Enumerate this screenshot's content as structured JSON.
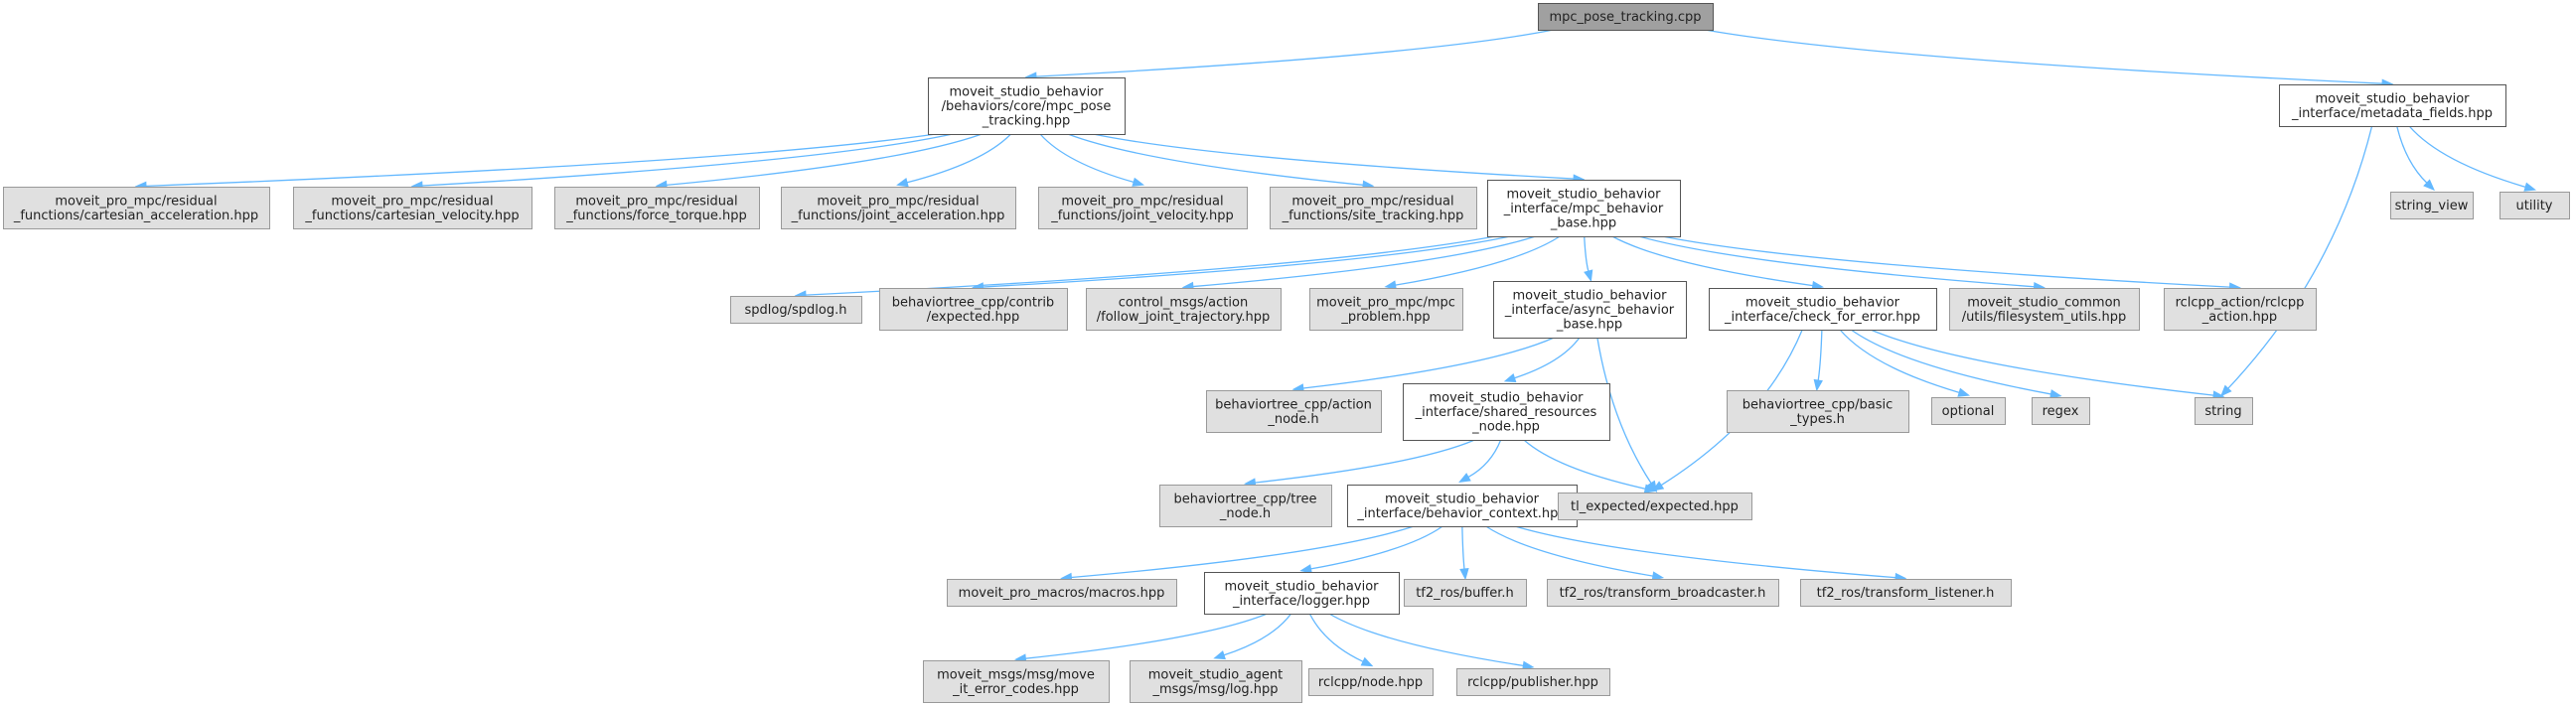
{
  "graph": {
    "colors": {
      "edge": "#63b8ff",
      "documented": "#ffffff",
      "external": "#e0e0e0",
      "root": "#a0a0a0"
    },
    "nodes": [
      {
        "id": "root",
        "kind": "root",
        "lines": [
          "mpc_pose_tracking.cpp"
        ]
      },
      {
        "id": "core",
        "kind": "doc",
        "lines": [
          "moveit_studio_behavior",
          "/behaviors/core/mpc_pose",
          "_tracking.hpp"
        ]
      },
      {
        "id": "meta",
        "kind": "doc",
        "lines": [
          "moveit_studio_behavior",
          "_interface/metadata_fields.hpp"
        ]
      },
      {
        "id": "r_cacc",
        "kind": "ext",
        "lines": [
          "moveit_pro_mpc/residual",
          "_functions/cartesian_acceleration.hpp"
        ]
      },
      {
        "id": "r_cvel",
        "kind": "ext",
        "lines": [
          "moveit_pro_mpc/residual",
          "_functions/cartesian_velocity.hpp"
        ]
      },
      {
        "id": "r_ft",
        "kind": "ext",
        "lines": [
          "moveit_pro_mpc/residual",
          "_functions/force_torque.hpp"
        ]
      },
      {
        "id": "r_jacc",
        "kind": "ext",
        "lines": [
          "moveit_pro_mpc/residual",
          "_functions/joint_acceleration.hpp"
        ]
      },
      {
        "id": "r_jvel",
        "kind": "ext",
        "lines": [
          "moveit_pro_mpc/residual",
          "_functions/joint_velocity.hpp"
        ]
      },
      {
        "id": "r_site",
        "kind": "ext",
        "lines": [
          "moveit_pro_mpc/residual",
          "_functions/site_tracking.hpp"
        ]
      },
      {
        "id": "mpcbase",
        "kind": "doc",
        "lines": [
          "moveit_studio_behavior",
          "_interface/mpc_behavior",
          "_base.hpp"
        ]
      },
      {
        "id": "string_view",
        "kind": "ext",
        "lines": [
          "string_view"
        ]
      },
      {
        "id": "utility",
        "kind": "ext",
        "lines": [
          "utility"
        ]
      },
      {
        "id": "spdlog",
        "kind": "ext",
        "lines": [
          "spdlog/spdlog.h"
        ]
      },
      {
        "id": "bt_expected",
        "kind": "ext",
        "lines": [
          "behaviortree_cpp/contrib",
          "/expected.hpp"
        ]
      },
      {
        "id": "control_msgs",
        "kind": "ext",
        "lines": [
          "control_msgs/action",
          "/follow_joint_trajectory.hpp"
        ]
      },
      {
        "id": "mpc_problem",
        "kind": "ext",
        "lines": [
          "moveit_pro_mpc/mpc",
          "_problem.hpp"
        ]
      },
      {
        "id": "async",
        "kind": "doc",
        "lines": [
          "moveit_studio_behavior",
          "_interface/async_behavior",
          "_base.hpp"
        ]
      },
      {
        "id": "check",
        "kind": "doc",
        "lines": [
          "moveit_studio_behavior",
          "_interface/check_for_error.hpp"
        ]
      },
      {
        "id": "fsutils",
        "kind": "ext",
        "lines": [
          "moveit_studio_common",
          "/utils/filesystem_utils.hpp"
        ]
      },
      {
        "id": "rclcpp_action",
        "kind": "ext",
        "lines": [
          "rclcpp_action/rclcpp",
          "_action.hpp"
        ]
      },
      {
        "id": "bt_action",
        "kind": "ext",
        "lines": [
          "behaviortree_cpp/action",
          "_node.h"
        ]
      },
      {
        "id": "shared",
        "kind": "doc",
        "lines": [
          "moveit_studio_behavior",
          "_interface/shared_resources",
          "_node.hpp"
        ]
      },
      {
        "id": "bt_basic",
        "kind": "ext",
        "lines": [
          "behaviortree_cpp/basic",
          "_types.h"
        ]
      },
      {
        "id": "optional",
        "kind": "ext",
        "lines": [
          "optional"
        ]
      },
      {
        "id": "regex",
        "kind": "ext",
        "lines": [
          "regex"
        ]
      },
      {
        "id": "string",
        "kind": "ext",
        "lines": [
          "string"
        ]
      },
      {
        "id": "bt_tree",
        "kind": "ext",
        "lines": [
          "behaviortree_cpp/tree",
          "_node.h"
        ]
      },
      {
        "id": "context",
        "kind": "doc",
        "lines": [
          "moveit_studio_behavior",
          "_interface/behavior_context.hpp"
        ]
      },
      {
        "id": "tl_expected",
        "kind": "ext",
        "lines": [
          "tl_expected/expected.hpp"
        ]
      },
      {
        "id": "macros",
        "kind": "ext",
        "lines": [
          "moveit_pro_macros/macros.hpp"
        ]
      },
      {
        "id": "logger",
        "kind": "doc",
        "lines": [
          "moveit_studio_behavior",
          "_interface/logger.hpp"
        ]
      },
      {
        "id": "tf2_buffer",
        "kind": "ext",
        "lines": [
          "tf2_ros/buffer.h"
        ]
      },
      {
        "id": "tf2_bcast",
        "kind": "ext",
        "lines": [
          "tf2_ros/transform_broadcaster.h"
        ]
      },
      {
        "id": "tf2_listen",
        "kind": "ext",
        "lines": [
          "tf2_ros/transform_listener.h"
        ]
      },
      {
        "id": "move_it_err",
        "kind": "ext",
        "lines": [
          "moveit_msgs/msg/move",
          "_it_error_codes.hpp"
        ]
      },
      {
        "id": "agent_log",
        "kind": "ext",
        "lines": [
          "moveit_studio_agent",
          "_msgs/msg/log.hpp"
        ]
      },
      {
        "id": "rclcpp_node",
        "kind": "ext",
        "lines": [
          "rclcpp/node.hpp"
        ]
      },
      {
        "id": "rclcpp_pub",
        "kind": "ext",
        "lines": [
          "rclcpp/publisher.hpp"
        ]
      }
    ],
    "edges": [
      [
        "root",
        "core"
      ],
      [
        "root",
        "meta"
      ],
      [
        "core",
        "r_cacc"
      ],
      [
        "core",
        "r_cvel"
      ],
      [
        "core",
        "r_ft"
      ],
      [
        "core",
        "r_jacc"
      ],
      [
        "core",
        "r_jvel"
      ],
      [
        "core",
        "r_site"
      ],
      [
        "core",
        "mpcbase"
      ],
      [
        "meta",
        "string_view"
      ],
      [
        "meta",
        "utility"
      ],
      [
        "meta",
        "string"
      ],
      [
        "mpcbase",
        "spdlog"
      ],
      [
        "mpcbase",
        "bt_expected"
      ],
      [
        "mpcbase",
        "control_msgs"
      ],
      [
        "mpcbase",
        "mpc_problem"
      ],
      [
        "mpcbase",
        "async"
      ],
      [
        "mpcbase",
        "check"
      ],
      [
        "mpcbase",
        "fsutils"
      ],
      [
        "mpcbase",
        "rclcpp_action"
      ],
      [
        "async",
        "bt_action"
      ],
      [
        "async",
        "shared"
      ],
      [
        "async",
        "tl_expected"
      ],
      [
        "check",
        "bt_basic"
      ],
      [
        "check",
        "optional"
      ],
      [
        "check",
        "regex"
      ],
      [
        "check",
        "string"
      ],
      [
        "check",
        "tl_expected"
      ],
      [
        "shared",
        "bt_tree"
      ],
      [
        "shared",
        "context"
      ],
      [
        "shared",
        "tl_expected"
      ],
      [
        "context",
        "macros"
      ],
      [
        "context",
        "logger"
      ],
      [
        "context",
        "tf2_buffer"
      ],
      [
        "context",
        "tf2_bcast"
      ],
      [
        "context",
        "tf2_listen"
      ],
      [
        "logger",
        "move_it_err"
      ],
      [
        "logger",
        "agent_log"
      ],
      [
        "logger",
        "rclcpp_node"
      ],
      [
        "logger",
        "rclcpp_pub"
      ]
    ]
  }
}
